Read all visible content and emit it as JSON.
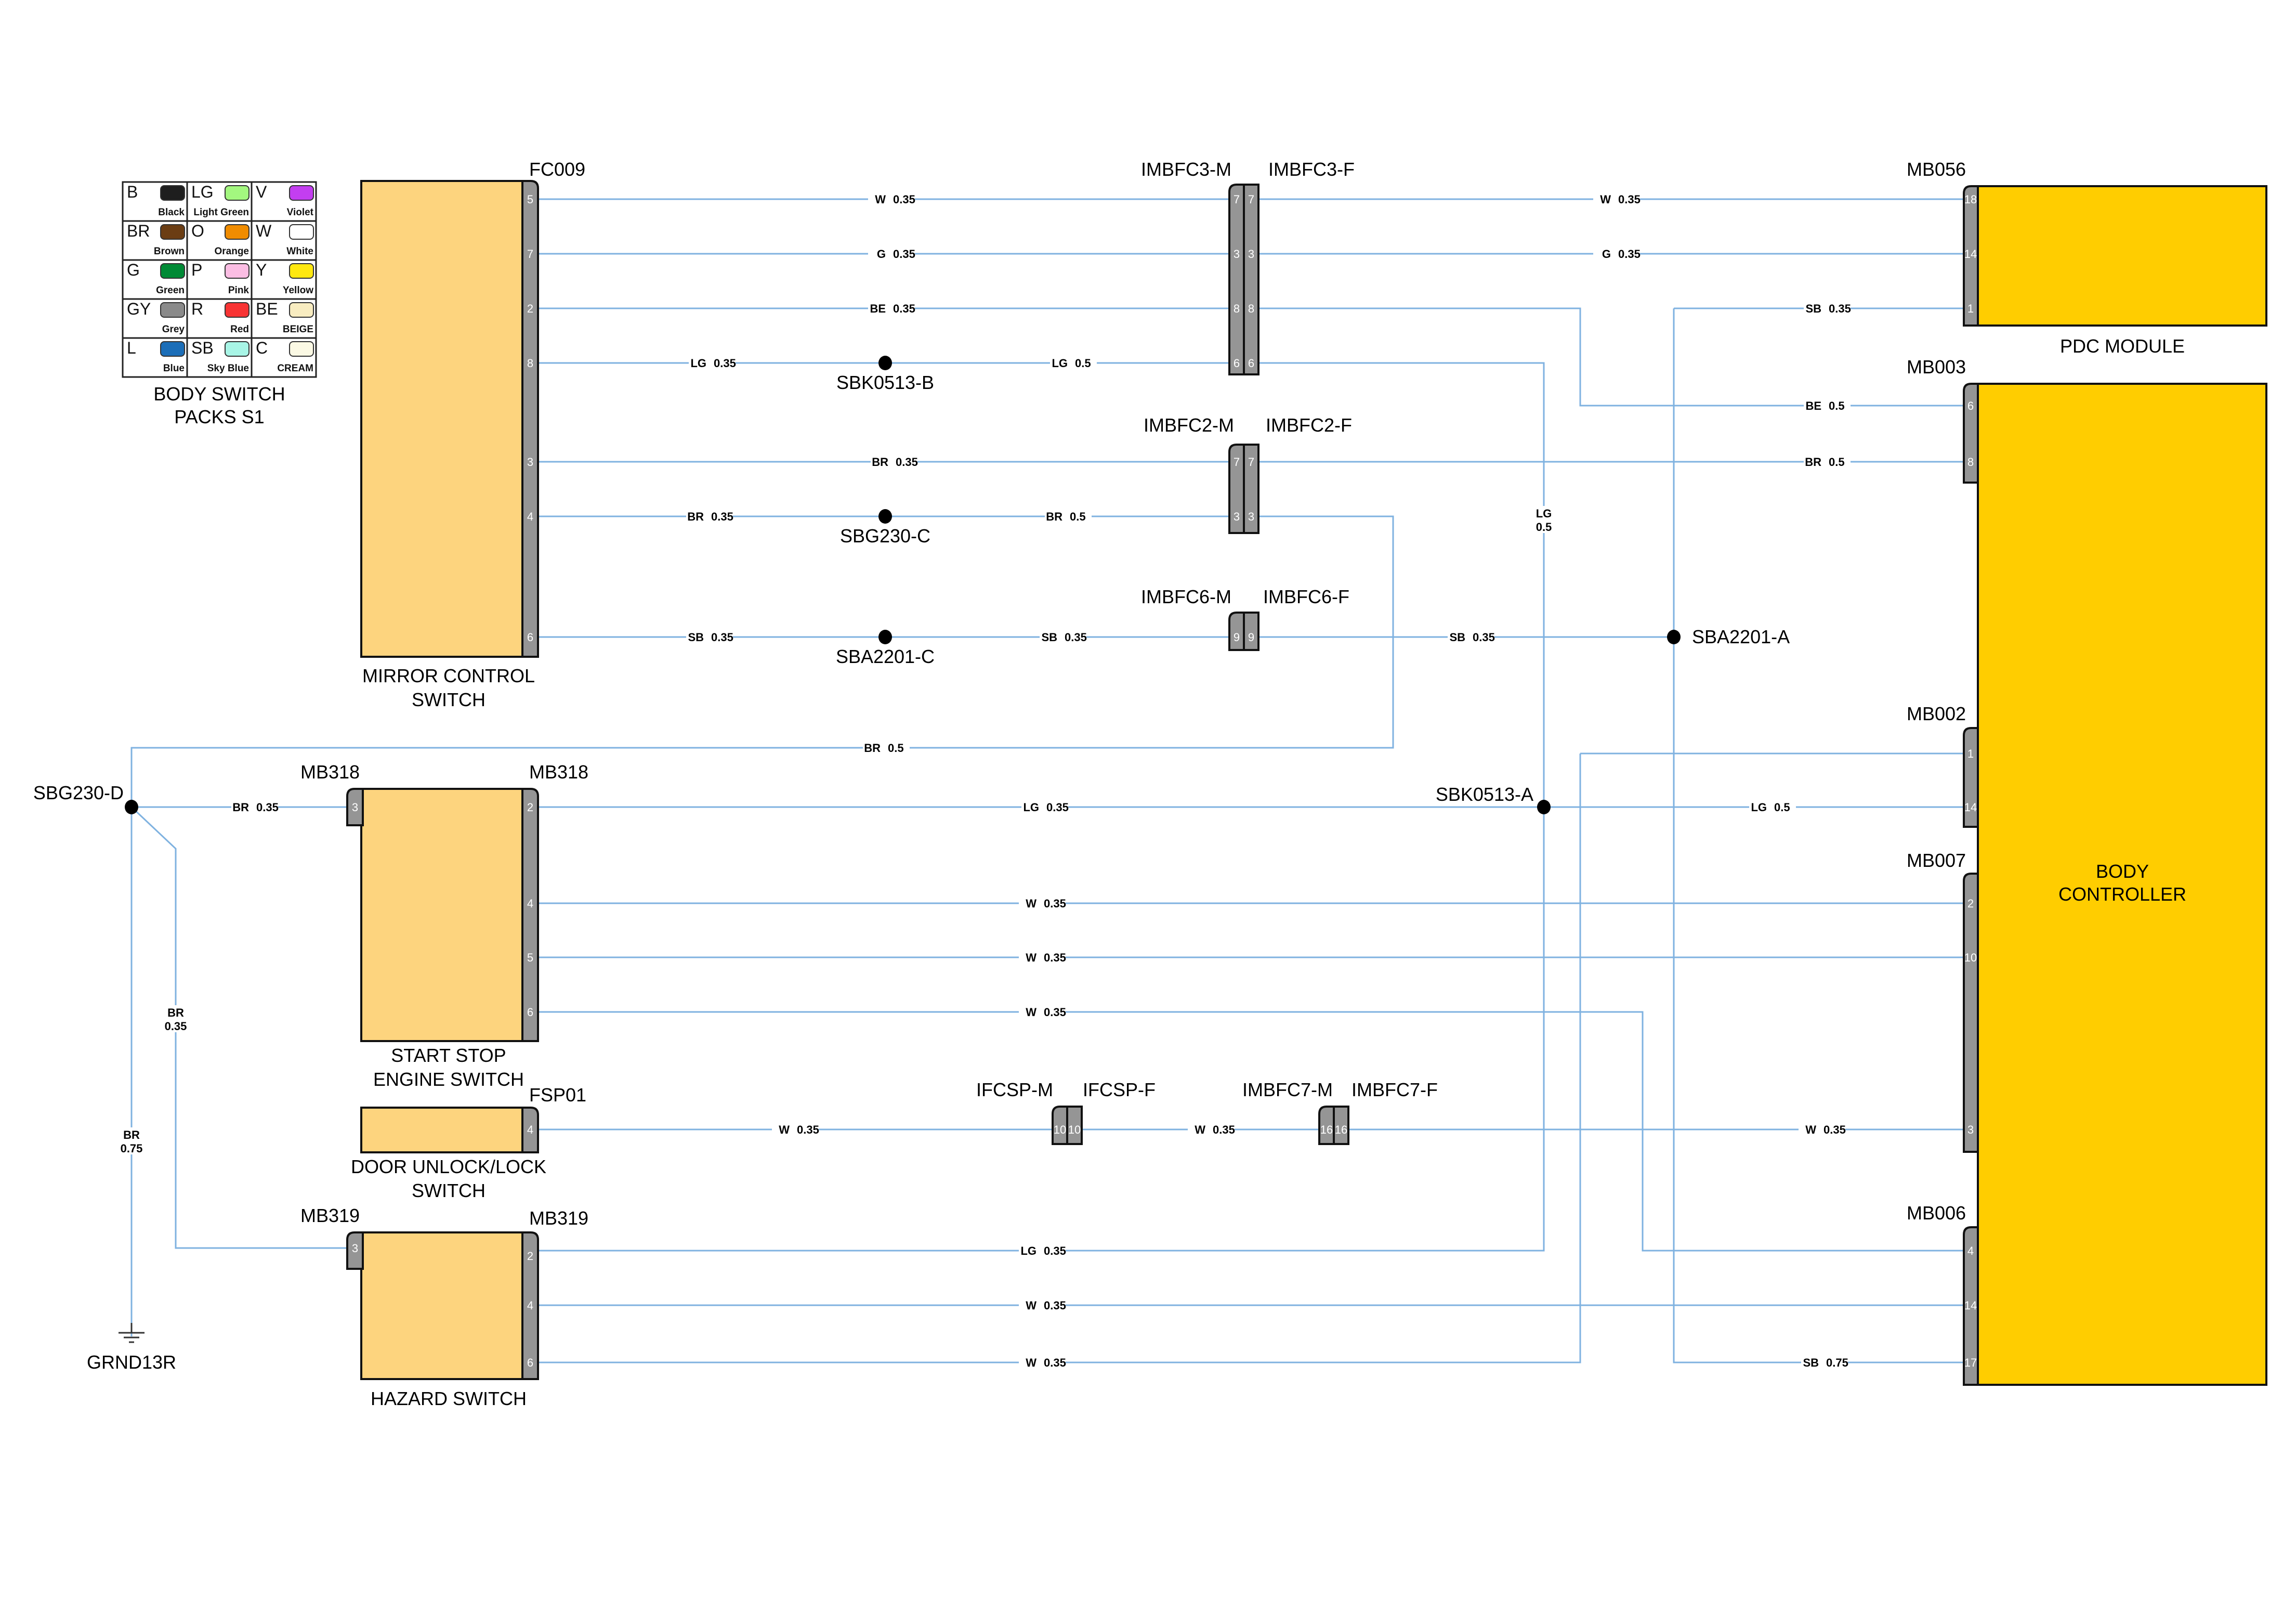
{
  "legend": {
    "title_lines": [
      "BODY SWITCH",
      "PACKS S1"
    ],
    "entries": [
      {
        "code": "B",
        "name": "Black",
        "color": "#1e1e1e"
      },
      {
        "code": "LG",
        "name": "Light Green",
        "color": "#a3f77f"
      },
      {
        "code": "V",
        "name": "Violet",
        "color": "#c33ef0"
      },
      {
        "code": "BR",
        "name": "Brown",
        "color": "#6b3d13"
      },
      {
        "code": "O",
        "name": "Orange",
        "color": "#f08c00"
      },
      {
        "code": "W",
        "name": "White",
        "color": "#ffffff"
      },
      {
        "code": "G",
        "name": "Green",
        "color": "#008a35"
      },
      {
        "code": "P",
        "name": "Pink",
        "color": "#fbbde3"
      },
      {
        "code": "Y",
        "name": "Yellow",
        "color": "#ffe80f"
      },
      {
        "code": "GY",
        "name": "Grey",
        "color": "#8a8a8a"
      },
      {
        "code": "R",
        "name": "Red",
        "color": "#f83434"
      },
      {
        "code": "BE",
        "name": "BEIGE",
        "color": "#f8ecc0"
      },
      {
        "code": "L",
        "name": "Blue",
        "color": "#1c6eb8"
      },
      {
        "code": "SB",
        "name": "Sky Blue",
        "color": "#a8f5e6"
      },
      {
        "code": "C",
        "name": "CREAM",
        "color": "#fbf9e4"
      }
    ]
  },
  "colors": {
    "wire": "#7fb2e0",
    "component_fill": "#fdd47e",
    "module_fill": "#ffcd00",
    "connector_fill": "#959595"
  },
  "components": {
    "mirror_switch": {
      "connector": "FC009",
      "label_lines": [
        "MIRROR CONTROL",
        "SWITCH"
      ],
      "pins": [
        "5",
        "7",
        "2",
        "8",
        "3",
        "4",
        "6"
      ]
    },
    "start_stop": {
      "connector_left": "MB318",
      "connector_right": "MB318",
      "label_lines": [
        "START STOP",
        "ENGINE SWITCH"
      ],
      "left_pins": [
        "3"
      ],
      "pins": [
        "2",
        "4",
        "5",
        "6"
      ]
    },
    "door_lock": {
      "connector": "FSP01",
      "label_lines": [
        "DOOR UNLOCK/LOCK",
        "SWITCH"
      ],
      "pins": [
        "4"
      ]
    },
    "hazard": {
      "connector_left": "MB319",
      "connector_right": "MB319",
      "label_lines": [
        "HAZARD SWITCH"
      ],
      "left_pins": [
        "3"
      ],
      "pins": [
        "2",
        "4",
        "6"
      ]
    },
    "pdc_module": {
      "connector": "MB056",
      "label": "PDC MODULE",
      "pins": [
        "18",
        "14",
        "1"
      ]
    },
    "body_controller": {
      "label_lines": [
        "BODY",
        "CONTROLLER"
      ],
      "connectors": [
        {
          "name": "MB003",
          "pins": [
            "6",
            "8"
          ]
        },
        {
          "name": "MB002",
          "pins": [
            "1",
            "14"
          ]
        },
        {
          "name": "MB007",
          "pins": [
            "2",
            "10",
            "3"
          ]
        },
        {
          "name": "MB006",
          "pins": [
            "4",
            "14",
            "17"
          ]
        }
      ]
    }
  },
  "inline_connectors": [
    {
      "male": "IMBFC3-M",
      "female": "IMBFC3-F",
      "pins": [
        "7",
        "3",
        "8",
        "6"
      ]
    },
    {
      "male": "IMBFC2-M",
      "female": "IMBFC2-F",
      "pins": [
        "7",
        "3"
      ]
    },
    {
      "male": "IMBFC6-M",
      "female": "IMBFC6-F",
      "pins": [
        "9"
      ]
    },
    {
      "male": "IFCSP-M",
      "female": "IFCSP-F",
      "pins": [
        "10"
      ]
    },
    {
      "male": "IMBFC7-M",
      "female": "IMBFC7-F",
      "pins": [
        "16"
      ]
    }
  ],
  "splices": [
    "SBK0513-B",
    "SBG230-C",
    "SBA2201-C",
    "SBA2201-A",
    "SBK0513-A",
    "SBG230-D"
  ],
  "ground": "GRND13R",
  "wire_labels": [
    {
      "color": "W",
      "gauge": "0.35"
    },
    {
      "color": "W",
      "gauge": "0.35"
    },
    {
      "color": "G",
      "gauge": "0.35"
    },
    {
      "color": "G",
      "gauge": "0.35"
    },
    {
      "color": "BE",
      "gauge": "0.35"
    },
    {
      "color": "SB",
      "gauge": "0.35"
    },
    {
      "color": "LG",
      "gauge": "0.35"
    },
    {
      "color": "LG",
      "gauge": "0.5"
    },
    {
      "color": "BE",
      "gauge": "0.5"
    },
    {
      "color": "BR",
      "gauge": "0.35"
    },
    {
      "color": "BR",
      "gauge": "0.5"
    },
    {
      "color": "BR",
      "gauge": "0.35"
    },
    {
      "color": "BR",
      "gauge": "0.5"
    },
    {
      "color": "LG",
      "gauge": "0.5"
    },
    {
      "color": "SB",
      "gauge": "0.35"
    },
    {
      "color": "SB",
      "gauge": "0.35"
    },
    {
      "color": "SB",
      "gauge": "0.35"
    },
    {
      "color": "BR",
      "gauge": "0.5"
    },
    {
      "color": "BR",
      "gauge": "0.35"
    },
    {
      "color": "LG",
      "gauge": "0.35"
    },
    {
      "color": "LG",
      "gauge": "0.5"
    },
    {
      "color": "W",
      "gauge": "0.35"
    },
    {
      "color": "W",
      "gauge": "0.35"
    },
    {
      "color": "W",
      "gauge": "0.35"
    },
    {
      "color": "BR",
      "gauge": "0.35"
    },
    {
      "color": "BR",
      "gauge": "0.75"
    },
    {
      "color": "W",
      "gauge": "0.35"
    },
    {
      "color": "W",
      "gauge": "0.35"
    },
    {
      "color": "W",
      "gauge": "0.35"
    },
    {
      "color": "LG",
      "gauge": "0.35"
    },
    {
      "color": "W",
      "gauge": "0.35"
    },
    {
      "color": "W",
      "gauge": "0.35"
    },
    {
      "color": "SB",
      "gauge": "0.75"
    }
  ]
}
